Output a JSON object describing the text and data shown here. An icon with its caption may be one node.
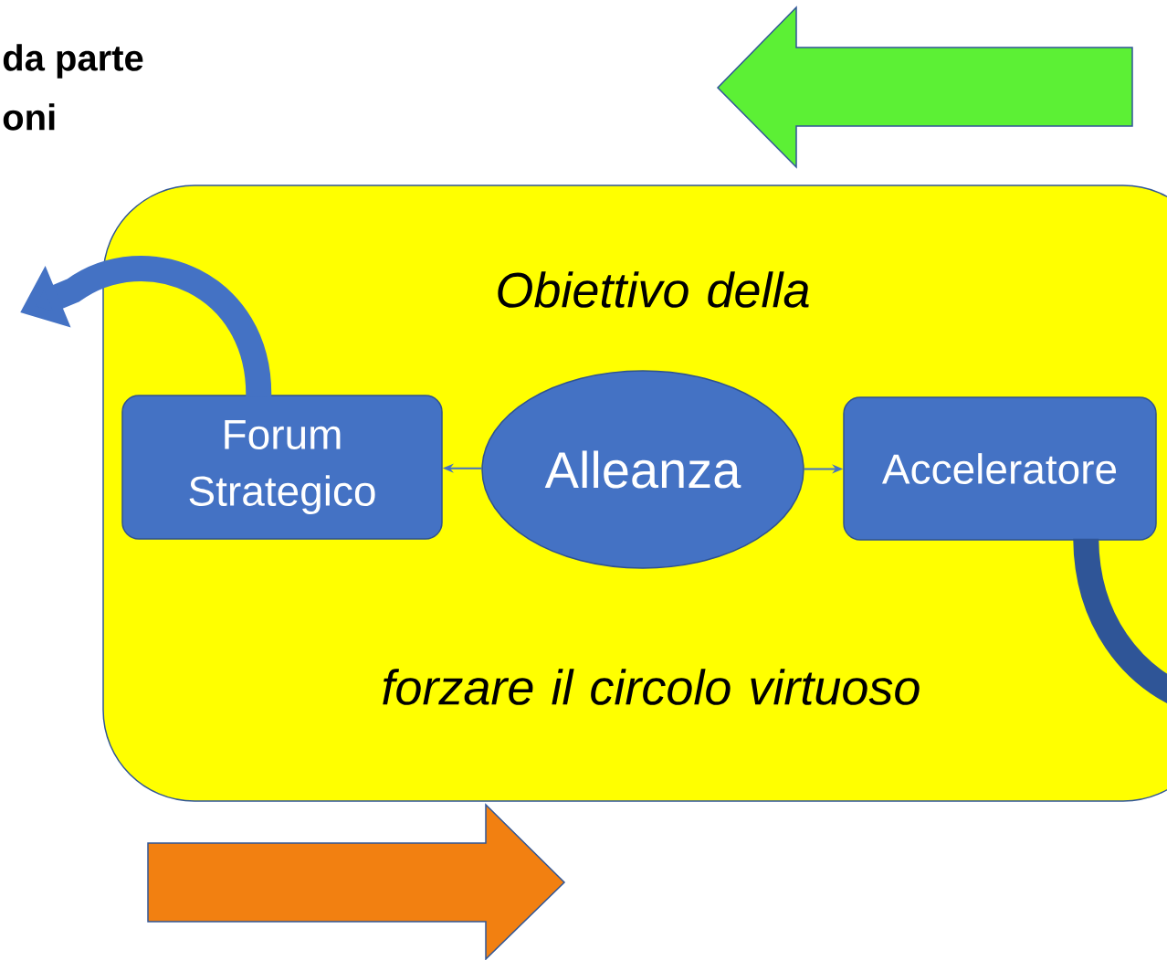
{
  "diagram": {
    "nodes": [
      {
        "text": [
          "Obiettivo della",
          "forzare il circolo virtuoso"
        ]
      },
      {
        "text": [
          "Forum Strategico"
        ],
        "in": 0
      },
      {
        "text": [
          "Alleanza"
        ],
        "in": 0
      },
      {
        "text": [
          "Acceleratore"
        ],
        "in": 0
      }
    ],
    "edges": [
      {
        "from": 2,
        "to": 1,
        "arrow": "to"
      },
      {
        "from": 2,
        "to": 3,
        "arrow": "to"
      },
      {
        "from": 1,
        "to": null,
        "arrow": "to",
        "style": "thick"
      },
      {
        "from": 3,
        "to": null,
        "arrow": "none",
        "style": "thick"
      }
    ],
    "labels": [
      "da parte",
      "oni"
    ]
  }
}
